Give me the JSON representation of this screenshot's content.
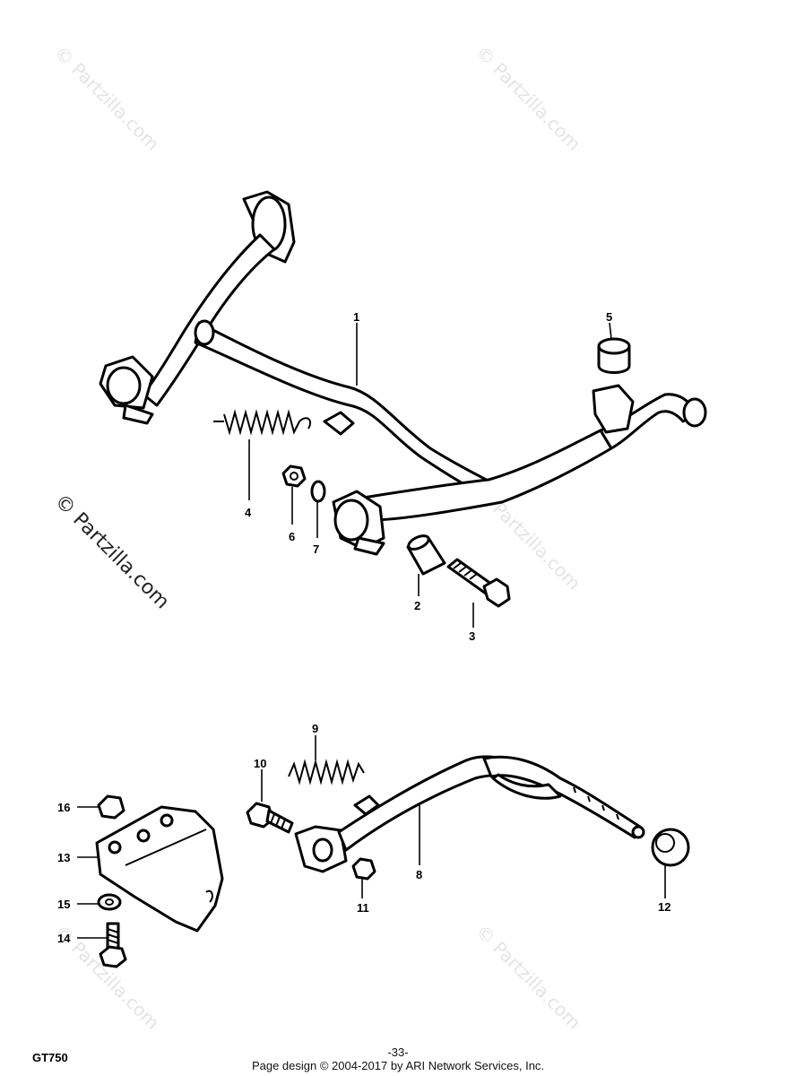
{
  "watermarks": [
    "© Partzilla.com",
    "© Partzilla.com",
    "© Partzilla.com",
    "© Partzilla.com",
    "© Partzilla.com",
    "© Partzilla.com"
  ],
  "callouts": [
    "1",
    "2",
    "3",
    "4",
    "5",
    "6",
    "7",
    "8",
    "9",
    "10",
    "11",
    "12",
    "13",
    "14",
    "15",
    "16"
  ],
  "footer": {
    "model": "GT750",
    "page_number": "-33-",
    "credit": "Page design © 2004-2017 by ARI Network Services, Inc."
  }
}
